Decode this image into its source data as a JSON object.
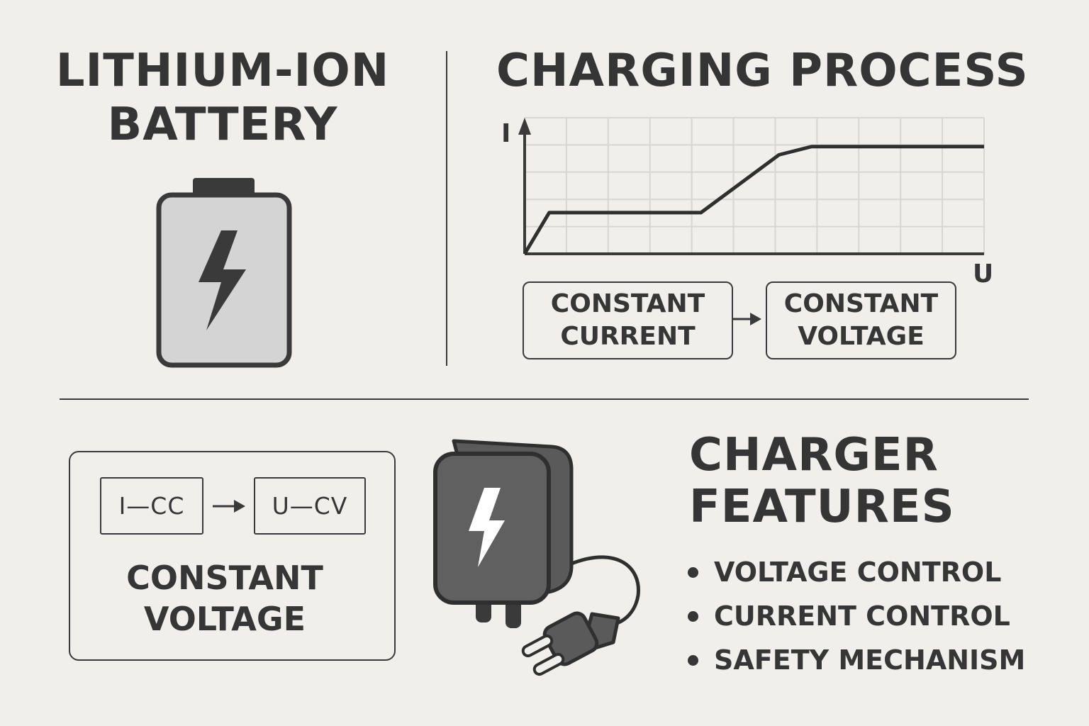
{
  "battery": {
    "title_line1": "LITHIUM-ION",
    "title_line2": "BATTERY"
  },
  "charging": {
    "title": "CHARGING PROCESS",
    "axis_y_label": "I",
    "axis_x_label": "U",
    "phase1_line1": "CONSTANT",
    "phase1_line2": "CURRENT",
    "phase2_line1": "CONSTANT",
    "phase2_line2": "VOLTAGE"
  },
  "mode_panel": {
    "box1": "I—CC",
    "box2": "U—CV",
    "label_line1": "CONSTANT",
    "label_line2": "VOLTAGE"
  },
  "features": {
    "title_line1": "CHARGER",
    "title_line2": "FEATURES",
    "items": [
      "VOLTAGE CONTROL",
      "CURRENT CONTROL",
      "SAFETY MECHANISM"
    ]
  },
  "chart_data": {
    "type": "line",
    "title": "CHARGING PROCESS",
    "xlabel": "U",
    "ylabel": "I",
    "grid": true,
    "series": [
      {
        "x": [
          0,
          0.6,
          4.3,
          6.2,
          7.0,
          11.2
        ],
        "y": [
          0,
          1.0,
          1.0,
          2.4,
          2.6,
          2.6
        ]
      }
    ],
    "xlim": [
      0,
      11.2
    ],
    "ylim": [
      0,
      3.3
    ]
  },
  "colors": {
    "background": "#f1efeb",
    "ink": "#363636",
    "battery_fill": "#d4d4d4",
    "charger_fill": "#5a5a5a",
    "grid": "#d8d6d2"
  }
}
